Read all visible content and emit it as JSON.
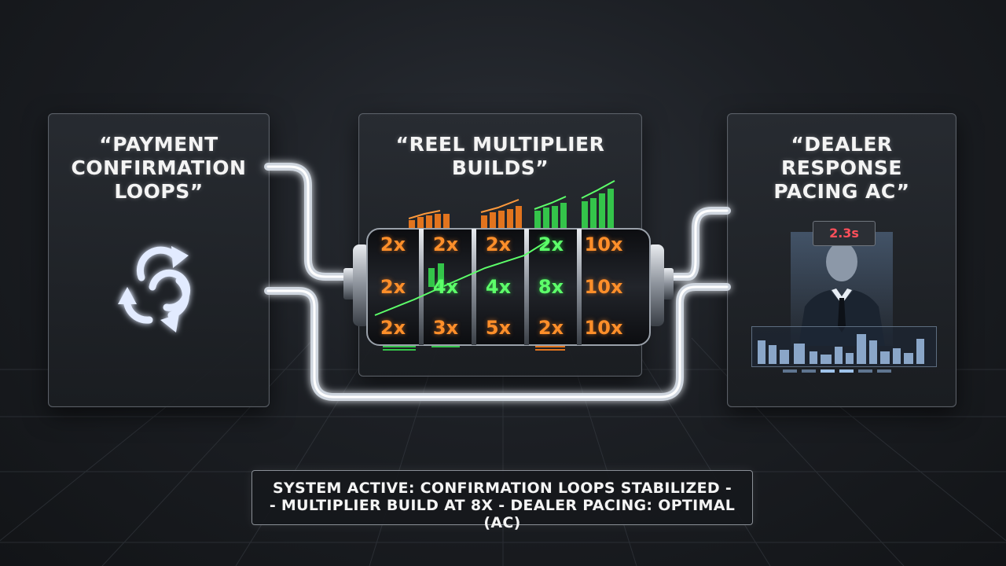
{
  "panels": {
    "left": {
      "title_lines": [
        "“PAYMENT",
        "CONFIRMATION",
        "LOOPS”"
      ]
    },
    "middle": {
      "title_lines": [
        "“REEL MULTIPLIER",
        "BUILDS”"
      ]
    },
    "right": {
      "title_lines": [
        "“DEALER",
        "RESPONSE",
        "PACING AC”"
      ],
      "timer": "2.3s"
    }
  },
  "reels": [
    {
      "top": {
        "text": "2x",
        "color": "orange"
      },
      "mid": {
        "text": "2x",
        "color": "orange"
      },
      "bot": {
        "text": "2x",
        "color": "orange"
      }
    },
    {
      "top": {
        "text": "2x",
        "color": "orange"
      },
      "mid": {
        "text": "4x",
        "color": "green"
      },
      "bot": {
        "text": "3x",
        "color": "orange"
      }
    },
    {
      "top": {
        "text": "2x",
        "color": "orange"
      },
      "mid": {
        "text": "4x",
        "color": "green"
      },
      "bot": {
        "text": "5x",
        "color": "orange"
      }
    },
    {
      "top": {
        "text": "2x",
        "color": "green"
      },
      "mid": {
        "text": "8x",
        "color": "green"
      },
      "bot": {
        "text": "2x",
        "color": "orange"
      }
    },
    {
      "top": {
        "text": "10x",
        "color": "orange"
      },
      "mid": {
        "text": "10x",
        "color": "orange"
      },
      "bot": {
        "text": "10x",
        "color": "orange"
      }
    }
  ],
  "status": {
    "line1": "SYSTEM ACTIVE: CONFIRMATION LOOPS STABILIZED -",
    "line2": "- MULTIPLIER BUILD AT 8X - DEALER PACING: OPTIMAL (AC)"
  },
  "colors": {
    "orange": "#ff8f2a",
    "green": "#5dff6a",
    "red": "#ff4f5a",
    "icon": "#dfe8ff"
  },
  "icons": {
    "loops": "sync-loop-icon",
    "dealer": "dealer-avatar-icon"
  }
}
